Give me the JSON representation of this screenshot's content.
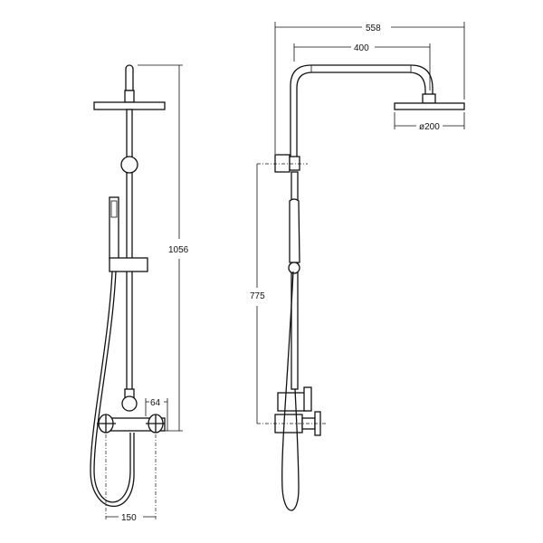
{
  "front_view": {
    "dimensions": {
      "height": "1056",
      "handle_offset": "64",
      "inlet_spacing": "150"
    }
  },
  "side_view": {
    "dimensions": {
      "total_reach": "558",
      "arm_length": "400",
      "head_diameter": "ø200",
      "bracket_height": "775"
    }
  },
  "colors": {
    "line": "#111111",
    "background": "#ffffff"
  }
}
